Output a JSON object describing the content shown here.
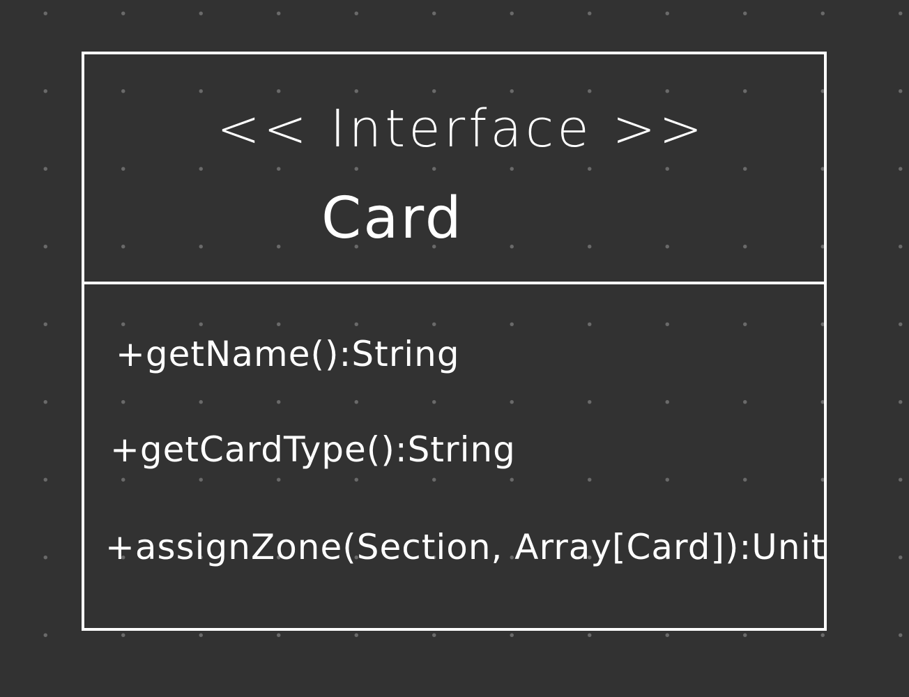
{
  "diagram": {
    "stereotype": "<< Interface >>",
    "class_name": "Card",
    "methods": [
      "+getName():String",
      "+getCardType():String",
      "+assignZone(Section, Array[Card]):Unit"
    ]
  },
  "colors": {
    "background": "#323232",
    "grid_dot": "#6a6a6a",
    "ink": "#ffffff"
  }
}
